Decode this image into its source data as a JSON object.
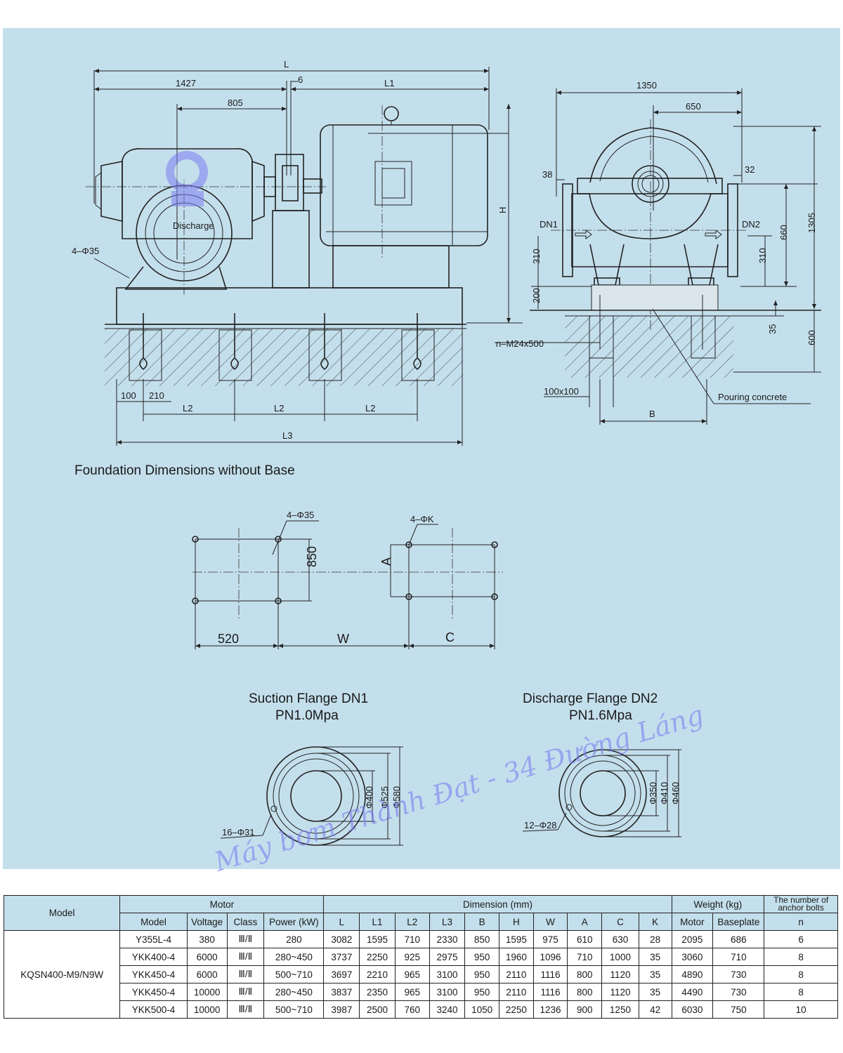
{
  "drawing": {
    "front_view": {
      "L": "L",
      "d1427": "1427",
      "d6": "6",
      "L1": "L1",
      "d805": "805",
      "H": "H",
      "bolt_holes": "4–Φ35",
      "discharge": "Discharge",
      "d100": "100",
      "d210": "210",
      "L2": "L2",
      "L3": "L3"
    },
    "side_view": {
      "d1350": "1350",
      "d650": "650",
      "d38": "38",
      "d32": "32",
      "DN1": "DN1",
      "DN2": "DN2",
      "d310a": "310",
      "d310b": "310",
      "d660": "660",
      "d1305": "1305",
      "d200": "200",
      "d35": "35",
      "d600": "600",
      "anchor": "n–M24x500",
      "pocket": "100x100",
      "concrete": "Pouring concrete",
      "B": "B"
    },
    "foundation_title": "Foundation Dimensions without Base",
    "foundation": {
      "holes_pump": "4–Φ35",
      "holes_motor": "4–ΦK",
      "d850": "850",
      "A": "A",
      "d520": "520",
      "W": "W",
      "C": "C"
    },
    "suction_flange": {
      "title": "Suction Flange DN1",
      "pressure": "PN1.0Mpa",
      "d400": "Φ400",
      "d525": "Φ525",
      "d580": "Φ580",
      "bolts": "16–Φ31"
    },
    "discharge_flange": {
      "title": "Discharge Flange DN2",
      "pressure": "PN1.6Mpa",
      "d350": "Φ350",
      "d410": "Φ410",
      "d460": "Φ460",
      "bolts": "12–Φ28"
    },
    "watermark": "Máy bơm Thành Đạt - 34 Đường Láng",
    "colors": {
      "panel": "#c4dfec",
      "line": "#222222",
      "watermark": "#7d7ef0"
    }
  },
  "table": {
    "header": {
      "model": "Model",
      "motor": "Motor",
      "dimension": "Dimension (mm)",
      "weight": "Weight (kg)",
      "anchor_bolts": "The number of anchor bolts",
      "motor_model": "Model",
      "voltage": "Voltage",
      "class": "Class",
      "power": "Power (kW)",
      "L": "L",
      "L1": "L1",
      "L2": "L2",
      "L3": "L3",
      "B": "B",
      "H": "H",
      "W": "W",
      "A": "A",
      "C": "C",
      "K": "K",
      "weight_motor": "Motor",
      "weight_base": "Baseplate",
      "n": "n"
    },
    "pump_model": "KQSN400-M9/N9W",
    "rows": [
      [
        "Y355L-4",
        "380",
        "Ⅲ/Ⅱ",
        "280",
        "3082",
        "1595",
        "710",
        "2330",
        "850",
        "1595",
        "975",
        "610",
        "630",
        "28",
        "2095",
        "686",
        "6"
      ],
      [
        "YKK400-4",
        "6000",
        "Ⅲ/Ⅱ",
        "280~450",
        "3737",
        "2250",
        "925",
        "2975",
        "950",
        "1960",
        "1096",
        "710",
        "1000",
        "35",
        "3060",
        "710",
        "8"
      ],
      [
        "YKK450-4",
        "6000",
        "Ⅲ/Ⅱ",
        "500~710",
        "3697",
        "2210",
        "965",
        "3100",
        "950",
        "2110",
        "1116",
        "800",
        "1120",
        "35",
        "4890",
        "730",
        "8"
      ],
      [
        "YKK450-4",
        "10000",
        "Ⅲ/Ⅱ",
        "280~450",
        "3837",
        "2350",
        "965",
        "3100",
        "950",
        "2110",
        "1116",
        "800",
        "1120",
        "35",
        "4490",
        "730",
        "8"
      ],
      [
        "YKK500-4",
        "10000",
        "Ⅲ/Ⅱ",
        "500~710",
        "3987",
        "2500",
        "760",
        "3240",
        "1050",
        "2250",
        "1236",
        "900",
        "1250",
        "42",
        "6030",
        "750",
        "10"
      ]
    ]
  }
}
